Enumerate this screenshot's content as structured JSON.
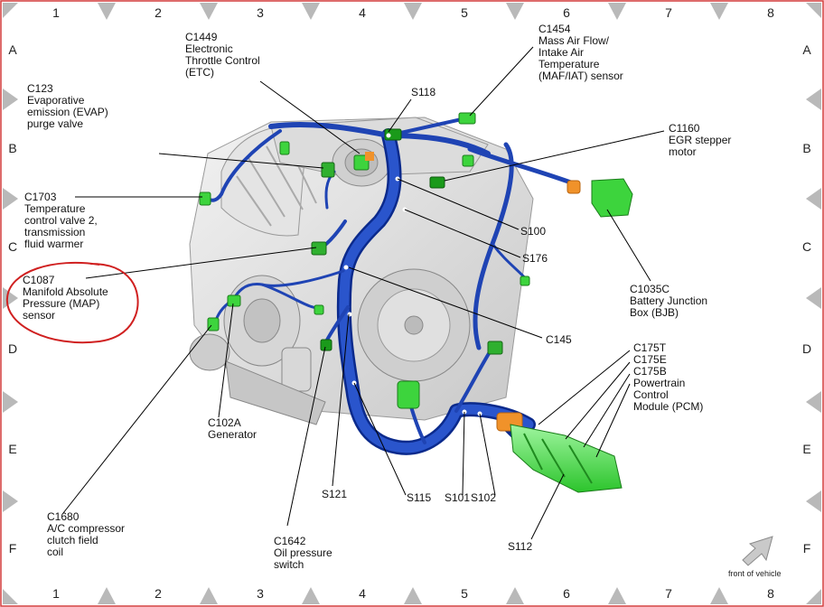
{
  "grid": {
    "columns": [
      "1",
      "2",
      "3",
      "4",
      "5",
      "6",
      "7",
      "8"
    ],
    "rows": [
      "A",
      "B",
      "C",
      "D",
      "E",
      "F"
    ]
  },
  "labels": [
    {
      "id": "c1449",
      "lines": [
        "C1449",
        "Electronic",
        "Throttle Control",
        "(ETC)"
      ]
    },
    {
      "id": "c1454",
      "lines": [
        "C1454",
        "Mass Air Flow/",
        "Intake Air",
        "Temperature",
        "(MAF/IAT) sensor"
      ]
    },
    {
      "id": "c123",
      "lines": [
        "C123",
        "Evaporative",
        "emission (EVAP)",
        "purge valve"
      ]
    },
    {
      "id": "s118",
      "lines": [
        "S118"
      ]
    },
    {
      "id": "c1160",
      "lines": [
        "C1160",
        "EGR stepper",
        "motor"
      ]
    },
    {
      "id": "c1703",
      "lines": [
        "C1703",
        "Temperature",
        "control valve 2,",
        "transmission",
        "fluid warmer"
      ]
    },
    {
      "id": "s100",
      "lines": [
        "S100"
      ]
    },
    {
      "id": "s176",
      "lines": [
        "S176"
      ]
    },
    {
      "id": "c1087",
      "lines": [
        "C1087",
        "Manifold Absolute",
        "Pressure (MAP)",
        "sensor"
      ]
    },
    {
      "id": "c1035c",
      "lines": [
        "C1035C",
        "Battery Junction",
        "Box (BJB)"
      ]
    },
    {
      "id": "c145",
      "lines": [
        "C145"
      ]
    },
    {
      "id": "c175",
      "lines": [
        "C175T",
        "C175E",
        "C175B",
        "Powertrain",
        "Control",
        "Module (PCM)"
      ]
    },
    {
      "id": "c102a",
      "lines": [
        "C102A",
        "Generator"
      ]
    },
    {
      "id": "s121",
      "lines": [
        "S121"
      ]
    },
    {
      "id": "s115",
      "lines": [
        "S115"
      ]
    },
    {
      "id": "s101",
      "lines": [
        "S101"
      ]
    },
    {
      "id": "s102",
      "lines": [
        "S102"
      ]
    },
    {
      "id": "c1680",
      "lines": [
        "C1680",
        "A/C compressor",
        "clutch field",
        "coil"
      ]
    },
    {
      "id": "c1642",
      "lines": [
        "C1642",
        "Oil pressure",
        "switch"
      ]
    },
    {
      "id": "s112",
      "lines": [
        "S112"
      ]
    }
  ],
  "front_of_vehicle": "front of vehicle",
  "colors": {
    "harness": "#1f44b4",
    "harness_dark": "#0b2a8c",
    "connector": "#3dd43d",
    "connector_dark": "#1a7d1a",
    "orange": "#f0922a",
    "annotation_circle": "#d02020"
  }
}
